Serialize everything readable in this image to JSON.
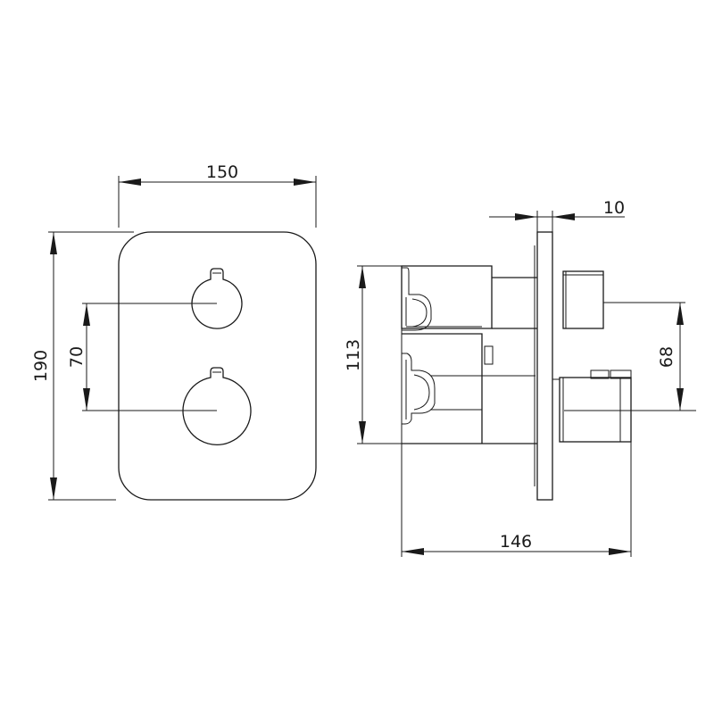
{
  "dimensions": {
    "front_width": "150",
    "front_height": "190",
    "knob_spacing": "70",
    "body_height": "113",
    "plate_thickness": "10",
    "outlet_spacing": "68",
    "total_depth": "146"
  }
}
